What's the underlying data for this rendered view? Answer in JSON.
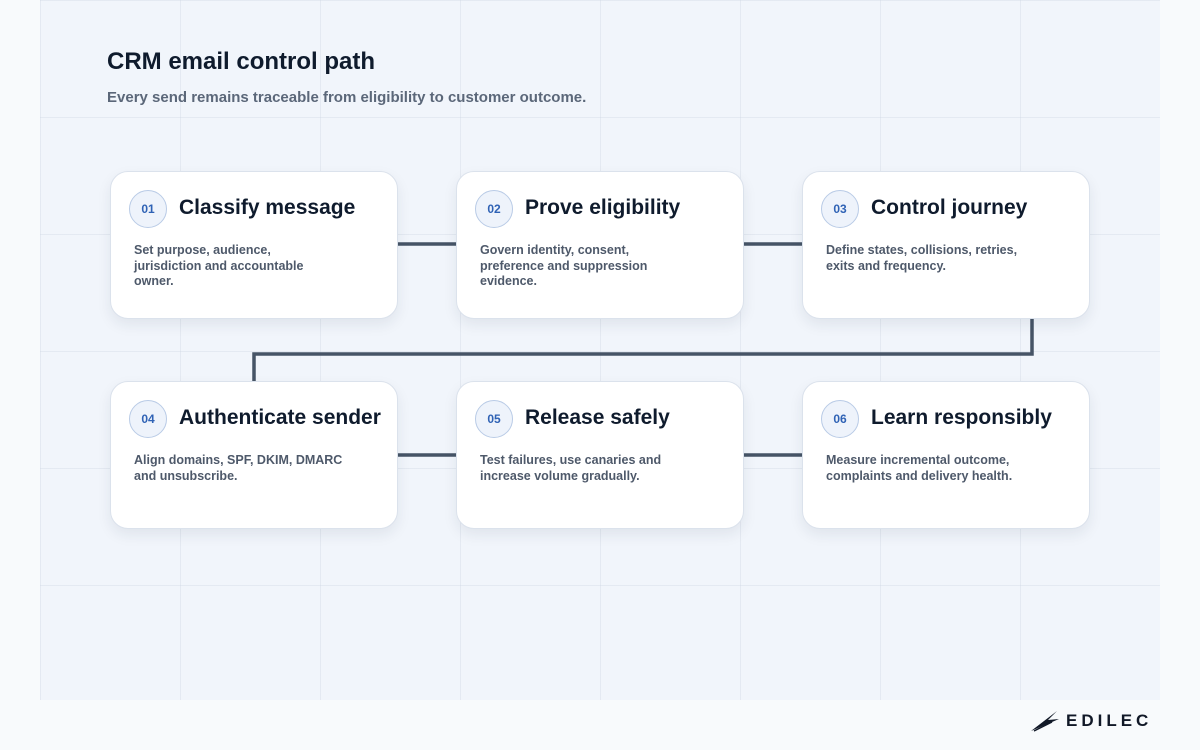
{
  "header": {
    "title": "CRM email control path",
    "subtitle": "Every send remains traceable from eligibility to customer outcome."
  },
  "steps": [
    {
      "num": "01",
      "title": "Classify message",
      "desc": "Set purpose, audience, jurisdiction and accountable owner."
    },
    {
      "num": "02",
      "title": "Prove eligibility",
      "desc": "Govern identity, consent, preference and suppression evidence."
    },
    {
      "num": "03",
      "title": "Control journey",
      "desc": "Define states, collisions, retries, exits and frequency."
    },
    {
      "num": "04",
      "title": "Authenticate sender",
      "desc": "Align domains, SPF, DKIM, DMARC and unsubscribe."
    },
    {
      "num": "05",
      "title": "Release safely",
      "desc": "Test failures, use canaries and increase volume gradually."
    },
    {
      "num": "06",
      "title": "Learn responsibly",
      "desc": "Measure incremental outcome, complaints and delivery health."
    }
  ],
  "brand": {
    "name": "EDILEC",
    "icon": "logo-mark-icon"
  },
  "colors": {
    "connector": "#465466",
    "badge_text": "#2f62b5",
    "title": "#0f1b2d"
  }
}
